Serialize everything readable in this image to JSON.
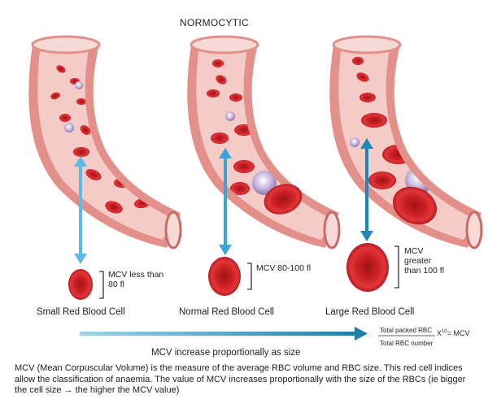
{
  "title": "NORMOCYTIC",
  "panels": [
    {
      "mcv_label": "MCV less than 80 fl",
      "caption": "Small Red Blood Cell"
    },
    {
      "mcv_label": "MCV 80-100 fl",
      "caption": "Normal Red Blood Cell"
    },
    {
      "mcv_label": "MCV greater than 100 fl",
      "caption": "Large Red Blood Cell"
    }
  ],
  "axis_caption": "MCV increase proportionally as size",
  "formula": {
    "numerator": "Total packed RBC",
    "denominator": "Total RBC number",
    "times": "X",
    "exponent": "10",
    "result": "= MCV"
  },
  "description": "MCV (Mean Corpuscular Volume) is the measure of the average RBC volume and RBC size. This red cell indices allow the classification of anaemia. The value of MCV increases proportionally with the size of the RBCs (ie bigger the cell size → the higher the MCV value)",
  "colors": {
    "vessel_outer": "#d97a7a",
    "vessel_inner": "#f3c3be",
    "rbc": "#d02024",
    "rbc_dark": "#8f1015",
    "wbc": "#a995c8",
    "arrow": "#2a9bd1",
    "axis_arrow": "#1f7fa8"
  }
}
